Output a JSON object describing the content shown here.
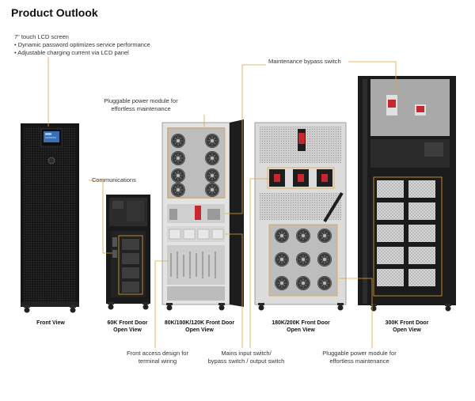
{
  "page_title": "Product Outlook",
  "callouts": {
    "lcd_title": "7\" touch LCD screen",
    "lcd_bullet_1": "• Dynamic password optimizes service performance",
    "lcd_bullet_2": "• Adjustable charging current via LCD panel",
    "pluggable_top_1": "Pluggable power module for",
    "pluggable_top_2": "effortless maintenance",
    "communications": "Communications",
    "maintenance_bypass": "Maintenance bypass switch",
    "front_access_1": "Front access design for",
    "front_access_2": "terminal wiring",
    "mains_switch_1": "Mains input switch/",
    "mains_switch_2": "bypass switch / output switch",
    "pluggable_bottom_1": "Pluggable power module for",
    "pluggable_bottom_2": "effortless maintenance"
  },
  "captions": {
    "front_view": "Front  View",
    "k60_1": "60K Front Door",
    "k60_2": "Open View",
    "k80_1": "80K/100K/120K Front Door",
    "k80_2": "Open View",
    "k180_1": "180K/200K Front Door",
    "k180_2": "Open View",
    "k300_1": "300K Front Door",
    "k300_2": "Open View"
  },
  "colors": {
    "callout_line": "#e3a33a",
    "cabinet_dark": "#1b1b1b",
    "cabinet_light": "#dcdcdc",
    "switch_red": "#c8282d",
    "lcd_blue": "#3a6fb5"
  }
}
